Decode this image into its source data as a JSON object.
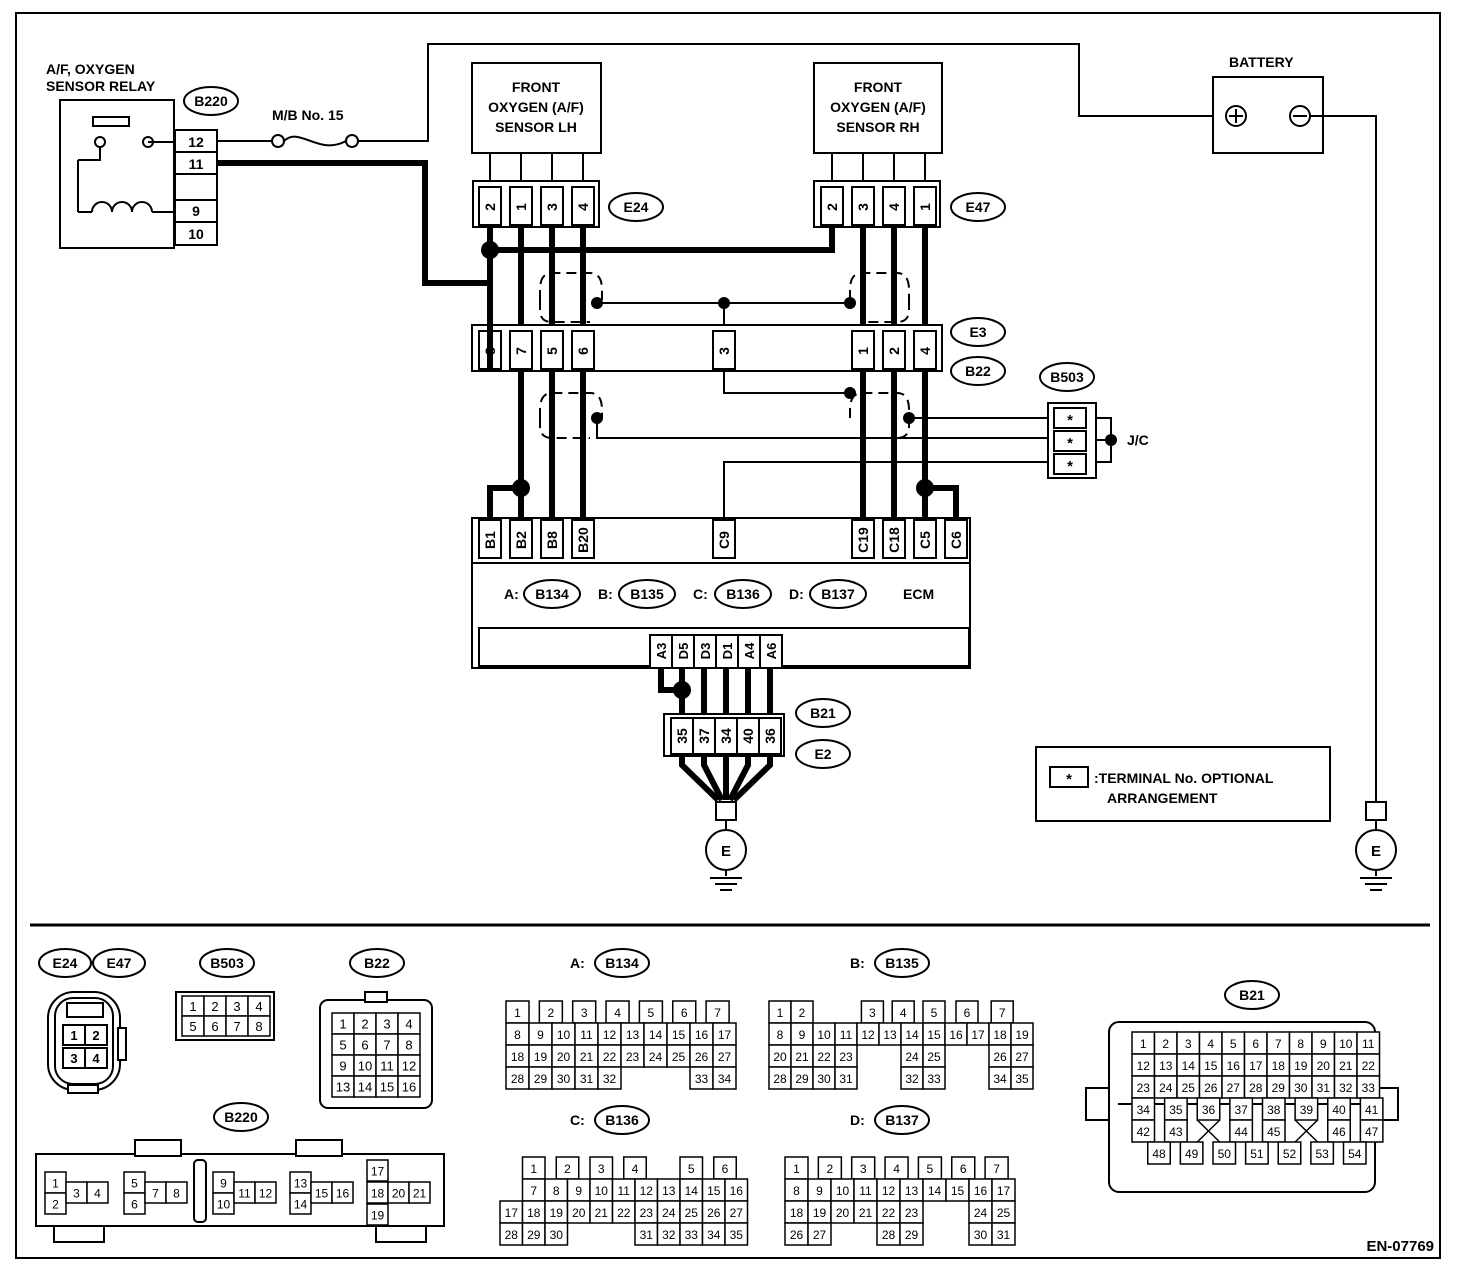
{
  "diagram": {
    "code": "EN-07769",
    "legend": {
      "symbol": "*",
      "text_line1": ":TERMINAL No. OPTIONAL",
      "text_line2": "ARRANGEMENT"
    },
    "relay": {
      "title_line1": "A/F, OXYGEN",
      "title_line2": "SENSOR RELAY",
      "connector": "B220",
      "pins": [
        "12",
        "11",
        "9",
        "10"
      ]
    },
    "fuse": {
      "label": "M/B No. 15"
    },
    "battery": {
      "label": "BATTERY"
    },
    "sensor_lh": {
      "line1": "FRONT",
      "line2": "OXYGEN (A/F)",
      "line3": "SENSOR LH",
      "connector": "E24",
      "pins": [
        "2",
        "1",
        "3",
        "4"
      ]
    },
    "sensor_rh": {
      "line1": "FRONT",
      "line2": "OXYGEN (A/F)",
      "line3": "SENSOR RH",
      "connector": "E47",
      "pins": [
        "2",
        "3",
        "4",
        "1"
      ]
    },
    "harness": {
      "connector_top": "E3",
      "connector_bottom": "B22",
      "pins_left": [
        "8",
        "7",
        "5",
        "6"
      ],
      "pin_mid": "3",
      "pins_right": [
        "1",
        "2",
        "4"
      ]
    },
    "jc": {
      "connector": "B503",
      "label": "J/C",
      "pins": [
        "*",
        "*",
        "*"
      ]
    },
    "ecm": {
      "label": "ECM",
      "top_pins": [
        "B1",
        "B2",
        "B8",
        "B20",
        "C9",
        "C19",
        "C18",
        "C5",
        "C6"
      ],
      "bottom_pins": [
        "A3",
        "D5",
        "D3",
        "D1",
        "A4",
        "A6"
      ],
      "connectors": [
        {
          "letter": "A:",
          "code": "B134"
        },
        {
          "letter": "B:",
          "code": "B135"
        },
        {
          "letter": "C:",
          "code": "B136"
        },
        {
          "letter": "D:",
          "code": "B137"
        }
      ]
    },
    "ground_conn": {
      "top": "B21",
      "bottom": "E2",
      "pins": [
        "35",
        "37",
        "34",
        "40",
        "36"
      ]
    },
    "ground_symbol": "E"
  },
  "connector_views": {
    "e24_e47": {
      "labels": [
        "E24",
        "E47"
      ],
      "rows": [
        [
          "1",
          "2"
        ],
        [
          "3",
          "4"
        ]
      ]
    },
    "b503": {
      "label": "B503",
      "rows": [
        [
          "1",
          "2",
          "3",
          "4"
        ],
        [
          "5",
          "6",
          "7",
          "8"
        ]
      ]
    },
    "b22": {
      "label": "B22",
      "rows": [
        [
          "1",
          "2",
          "3",
          "4"
        ],
        [
          "5",
          "6",
          "7",
          "8"
        ],
        [
          "9",
          "10",
          "11",
          "12"
        ],
        [
          "13",
          "14",
          "15",
          "16"
        ]
      ]
    },
    "b220": {
      "label": "B220",
      "pins": [
        "1",
        "2",
        "3",
        "4",
        "5",
        "6",
        "7",
        "8",
        "9",
        "10",
        "11",
        "12",
        "13",
        "14",
        "15",
        "16",
        "17",
        "18",
        "20",
        "21",
        "19"
      ]
    },
    "b134": {
      "prefix": "A:",
      "label": "B134",
      "rows": [
        [
          "1",
          "2",
          "3",
          "4",
          "5",
          "6",
          "7"
        ],
        [
          "8",
          "9",
          "10",
          "11",
          "12",
          "13",
          "14",
          "15",
          "16",
          "17"
        ],
        [
          "18",
          "19",
          "20",
          "21",
          "22",
          "23",
          "24",
          "25",
          "26",
          "27"
        ],
        [
          "28",
          "29",
          "30",
          "31",
          "32",
          "33",
          "34"
        ]
      ]
    },
    "b135": {
      "prefix": "B:",
      "label": "B135",
      "rows": [
        [
          "1",
          "2",
          "3",
          "4",
          "5",
          "6",
          "7"
        ],
        [
          "8",
          "9",
          "10",
          "11",
          "12",
          "13",
          "14",
          "15",
          "16",
          "17",
          "18",
          "19"
        ],
        [
          "20",
          "21",
          "22",
          "23",
          "24",
          "25",
          "26",
          "27"
        ],
        [
          "28",
          "29",
          "30",
          "31",
          "32",
          "33",
          "34",
          "35"
        ]
      ]
    },
    "b136": {
      "prefix": "C:",
      "label": "B136",
      "rows": [
        [
          "1",
          "2",
          "3",
          "4",
          "5",
          "6"
        ],
        [
          "7",
          "8",
          "9",
          "10",
          "11",
          "12",
          "13",
          "14",
          "15",
          "16"
        ],
        [
          "17",
          "18",
          "19",
          "20",
          "21",
          "22",
          "23",
          "24",
          "25",
          "26",
          "27"
        ],
        [
          "28",
          "29",
          "30",
          "31",
          "32",
          "33",
          "34",
          "35"
        ]
      ]
    },
    "b137": {
      "prefix": "D:",
      "label": "B137",
      "rows": [
        [
          "1",
          "2",
          "3",
          "4",
          "5",
          "6",
          "7"
        ],
        [
          "8",
          "9",
          "10",
          "11",
          "12",
          "13",
          "14",
          "15",
          "16",
          "17"
        ],
        [
          "18",
          "19",
          "20",
          "21",
          "22",
          "23",
          "24",
          "25"
        ],
        [
          "26",
          "27",
          "28",
          "29",
          "30",
          "31"
        ]
      ]
    },
    "b21": {
      "label": "B21",
      "rows": [
        [
          "1",
          "2",
          "3",
          "4",
          "5",
          "6",
          "7",
          "8",
          "9",
          "10",
          "11"
        ],
        [
          "12",
          "13",
          "14",
          "15",
          "16",
          "17",
          "18",
          "19",
          "20",
          "21",
          "22"
        ],
        [
          "23",
          "24",
          "25",
          "26",
          "27",
          "28",
          "29",
          "30",
          "31",
          "32",
          "33"
        ],
        [
          "34",
          "35",
          "36",
          "37",
          "38",
          "39",
          "40",
          "41"
        ],
        [
          "42",
          "43",
          "44",
          "45",
          "46",
          "47"
        ],
        [
          "48",
          "49",
          "50",
          "51",
          "52",
          "53",
          "54"
        ]
      ]
    }
  }
}
